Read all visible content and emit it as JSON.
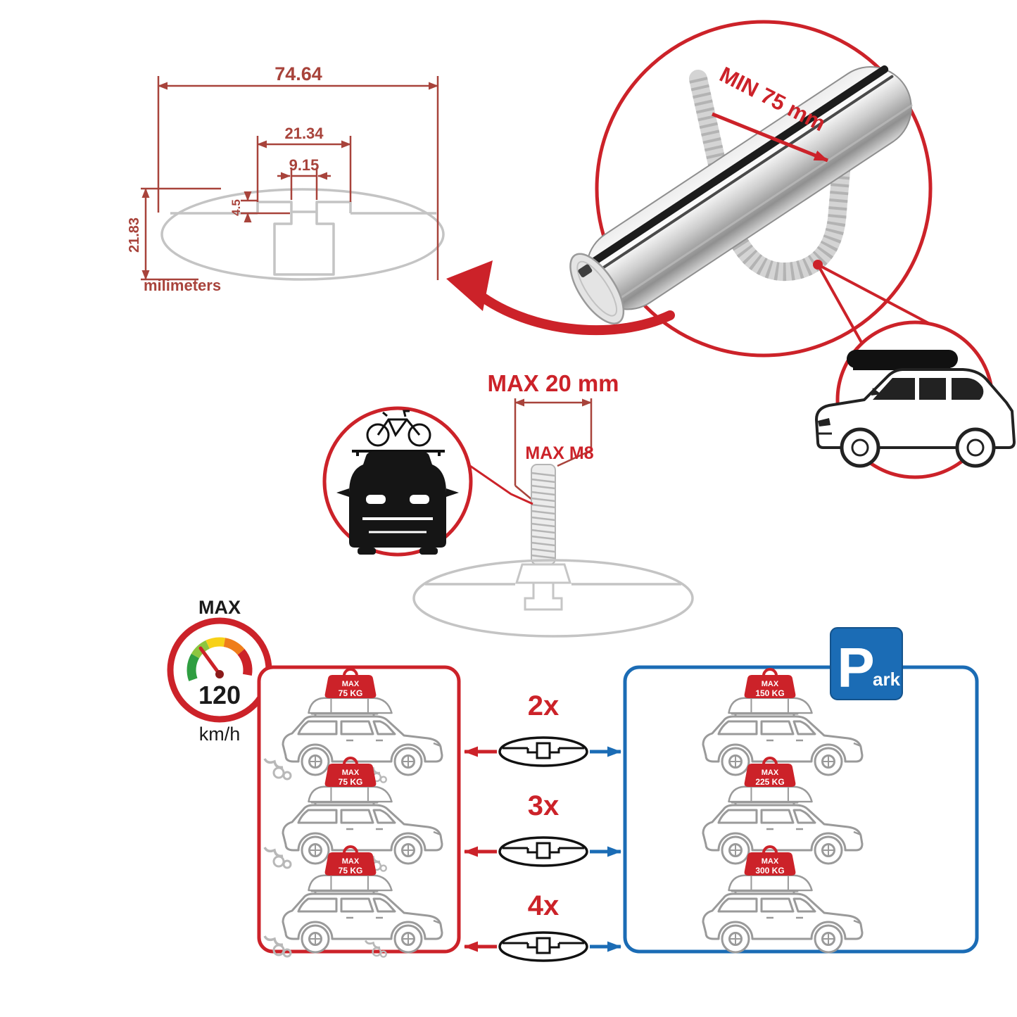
{
  "colors": {
    "red": "#cc2229",
    "blue": "#1b6cb5",
    "dim_red": "#a8433b",
    "profile_gray": "#c4c4c4",
    "car_gray": "#9a9a9a",
    "black": "#1a1a1a"
  },
  "cross_section": {
    "total_width": "74.64",
    "slot_outer": "21.34",
    "slot_inner": "9.15",
    "lip_depth": "4.5",
    "height": "21.83",
    "units_label": "milimeters"
  },
  "clamp": {
    "min_label": "MIN 75 mm"
  },
  "bolt": {
    "width_label": "MAX 20 mm",
    "thread_label": "MAX M8"
  },
  "speed": {
    "max_label": "MAX",
    "value": "120",
    "unit": "km/h"
  },
  "park": {
    "letter": "P",
    "suffix": "ark"
  },
  "rows": [
    {
      "qty": "2x"
    },
    {
      "qty": "3x"
    },
    {
      "qty": "4x"
    }
  ],
  "left_cars": [
    {
      "max": "MAX",
      "kg": "75 KG"
    },
    {
      "max": "MAX",
      "kg": "75 KG"
    },
    {
      "max": "MAX",
      "kg": "75 KG"
    }
  ],
  "right_cars": [
    {
      "max": "MAX",
      "kg": "150 KG"
    },
    {
      "max": "MAX",
      "kg": "225 KG"
    },
    {
      "max": "MAX",
      "kg": "300 KG"
    }
  ]
}
